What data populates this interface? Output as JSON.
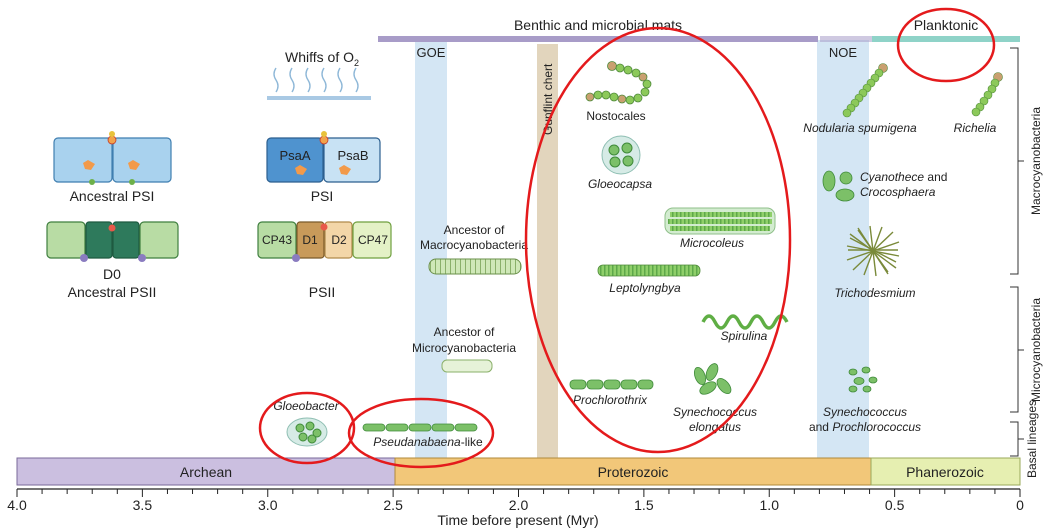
{
  "top_bars": {
    "benthic": "Benthic and microbial mats",
    "planktonic": "Planktonic"
  },
  "events": {
    "goe": "GOE",
    "noe": "NOE",
    "gunflint": "Gunflint chert"
  },
  "photosystems": {
    "whiffs": "Whiffs of O",
    "whiffs_sub": "2",
    "ancestral_psi": "Ancestral PSI",
    "psaa": "PsaA",
    "psab": "PsaB",
    "psi": "PSI",
    "d0": "D0",
    "ancestral_psii": "Ancestral PSII",
    "cp43": "CP43",
    "d1": "D1",
    "d2": "D2",
    "cp47": "CP47",
    "psii": "PSII"
  },
  "organisms": {
    "nostocales": "Nostocales",
    "gloeocapsa": "Gloeocapsa",
    "microcoleus": "Microcoleus",
    "leptolyngbya": "Leptolyngbya",
    "spirulina": "Spirulina",
    "prochlorothrix": "Prochlorothrix",
    "synecho_elong_1": "Synechococcus",
    "synecho_elong_2": "elongatus",
    "nodularia": "Nodularia spumigena",
    "richelia": "Richelia",
    "cyanothece_1": "Cyanothece",
    "cyanothece_and": "and",
    "cyanothece_2": "Crocosphaera",
    "trichodesmium": "Trichodesmium",
    "synecho_pro_1": "Synechococcus",
    "synecho_pro_2": "and",
    "synecho_pro_3": "Prochlorococcus",
    "ancestor_macro_1": "Ancestor of",
    "ancestor_macro_2": "Macrocyanobacteria",
    "ancestor_micro_1": "Ancestor of",
    "ancestor_micro_2": "Microcyanobacteria",
    "gloeobacter": "Gloeobacter",
    "pseudanabaena": "Pseudanabaena",
    "pseudanabaena_suffix": "-like"
  },
  "clades": {
    "macro": "Macrocyanobacteria",
    "micro": "Microcyanobacteria",
    "basal": "Basal lineages"
  },
  "eons": {
    "archean": "Archean",
    "proterozoic": "Proterozoic",
    "phanerozoic": "Phanerozoic"
  },
  "axis": {
    "label": "Time before present (Myr)",
    "ticks": [
      "4.0",
      "3.5",
      "3.0",
      "2.5",
      "2.0",
      "1.5",
      "1.0",
      "0.5",
      "0"
    ]
  },
  "colors": {
    "archean": "#cbbfe0",
    "proterozoic": "#f2c779",
    "phanerozoic": "#e6efb1",
    "benthic_bar": "#a89cc8",
    "planktonic_bar": "#8fd3c8",
    "event_band": "#d4e6f4",
    "gunflint": "#e2d5bd",
    "annotation": "#e41a1c"
  }
}
